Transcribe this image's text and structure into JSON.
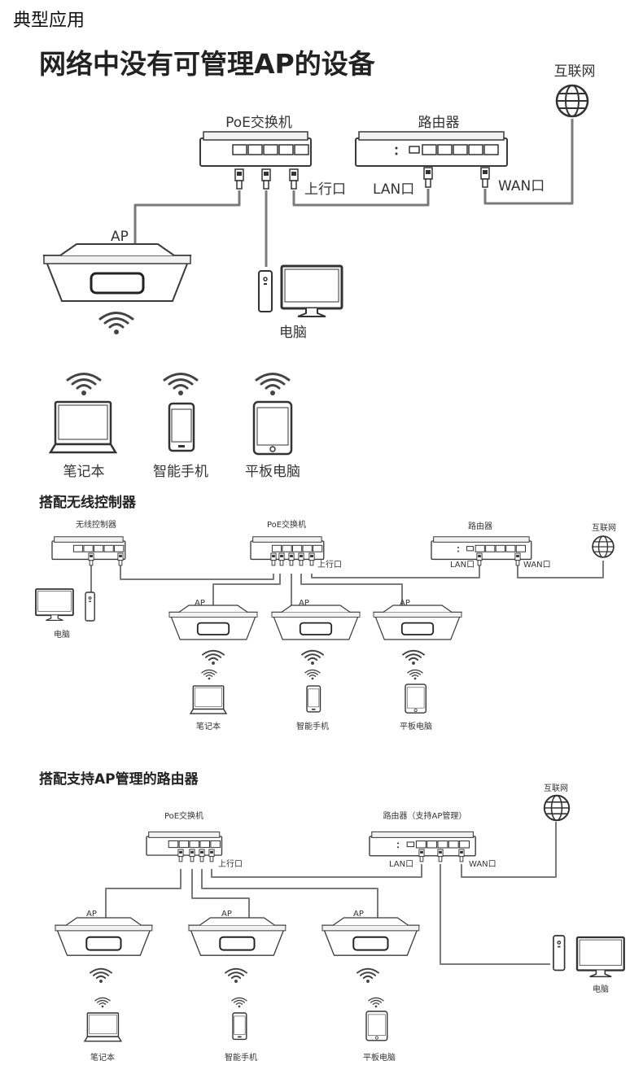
{
  "page": {
    "header": "典型应用",
    "section1_title": "网络中没有可管理AP的设备",
    "section2_title": "搭配无线控制器",
    "section3_title": "搭配支持AP管理的路由器"
  },
  "section1": {
    "internet": "互联网",
    "poe_switch": "PoE交换机",
    "router": "路由器",
    "uplink": "上行口",
    "lan": "LAN口",
    "wan": "WAN口",
    "ap": "AP",
    "pc": "电脑",
    "clients": [
      "笔记本",
      "智能手机",
      "平板电脑"
    ]
  },
  "section2": {
    "controller": "无线控制器",
    "poe_switch": "PoE交换机",
    "router": "路由器",
    "internet": "互联网",
    "uplink": "上行口",
    "lan": "LAN口",
    "wan": "WAN口",
    "pc": "电脑",
    "aps": [
      "AP",
      "AP",
      "AP"
    ],
    "clients": [
      "笔记本",
      "智能手机",
      "平板电脑"
    ]
  },
  "section3": {
    "internet": "互联网",
    "poe_switch": "PoE交换机",
    "router": "路由器（支持AP管理）",
    "uplink": "上行口",
    "lan": "LAN口",
    "wan": "WAN口",
    "pc": "电脑",
    "aps": [
      "AP",
      "AP",
      "AP"
    ],
    "clients": [
      "笔记本",
      "智能手机",
      "平板电脑"
    ]
  },
  "colors": {
    "line": "#7a7a7a",
    "outline": "#3a3a3a",
    "text": "#222222"
  }
}
